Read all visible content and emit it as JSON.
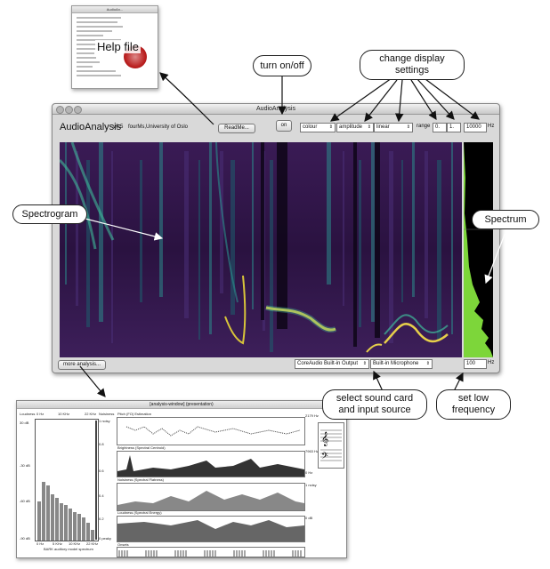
{
  "help_window": {
    "title": "AudioAn...",
    "label": "Help file"
  },
  "main_window": {
    "title": "AudioAnalysis",
    "app_name": "AudioAnalysis",
    "version": "v0.5",
    "org": "fourMs,University of Oslo",
    "readme_button": "ReadMe...",
    "onoff_button": "on",
    "display_select": "colour",
    "scale_select": "amplitude",
    "axis_select": "linear",
    "range_label": "range",
    "range_min": "0.",
    "range_max": "1.",
    "max_freq": "10000",
    "max_freq_unit": "Hz",
    "more_button": "more analysis...",
    "output_select": "CoreAudio Built-in Output",
    "input_select": "Built-in Microphone",
    "low_freq": "100",
    "low_freq_unit": "Hz"
  },
  "analysis_window": {
    "title": "[analysis-window] (presentation)",
    "bark": {
      "loudness_label": "Loudness",
      "db_top": "30 dB",
      "db_mid1": "-30 dB",
      "db_mid2": "-60 dB",
      "db_bottom": "-90 dB",
      "freq_top": [
        "0 Hz",
        "10 KHz",
        "22 KHz"
      ],
      "freq_bottom": [
        "0 Hz",
        "5 KHz",
        "10 KHz",
        "22 KHz"
      ],
      "caption": "BARK auditory model spectrum",
      "noisiness_label": "Noisiness",
      "noisy": "1 noisy",
      "peaky": "0 peaky",
      "scale": [
        "0.8",
        "0.6",
        "0.4",
        "0.2"
      ]
    },
    "panels": [
      {
        "title": "Pitch (FO) Estimation",
        "top": "2179 Hz",
        "bottom": ""
      },
      {
        "title": "Brightness (Spectral Centroid)",
        "top": "7963 Hz",
        "bottom": "0 Hz"
      },
      {
        "title": "Noisiness (Spectral Flatness)",
        "top": "1 noisy",
        "bottom": ""
      },
      {
        "title": "Loudness (Spectral Energy)",
        "top": "0 dB",
        "bottom": ""
      },
      {
        "title": "Onsets",
        "top": "",
        "bottom": ""
      }
    ]
  },
  "callouts": {
    "onoff": "turn on/off",
    "display": "change display settings",
    "spectrogram": "Spectrogram",
    "spectrum": "Spectrum",
    "soundcard": "select sound card and input source",
    "lowfreq": "set low frequency"
  },
  "colors": {
    "spectro_bg": "#2a0f3a",
    "spectrum": "#7dd63a",
    "accent": "#3fb99a"
  }
}
